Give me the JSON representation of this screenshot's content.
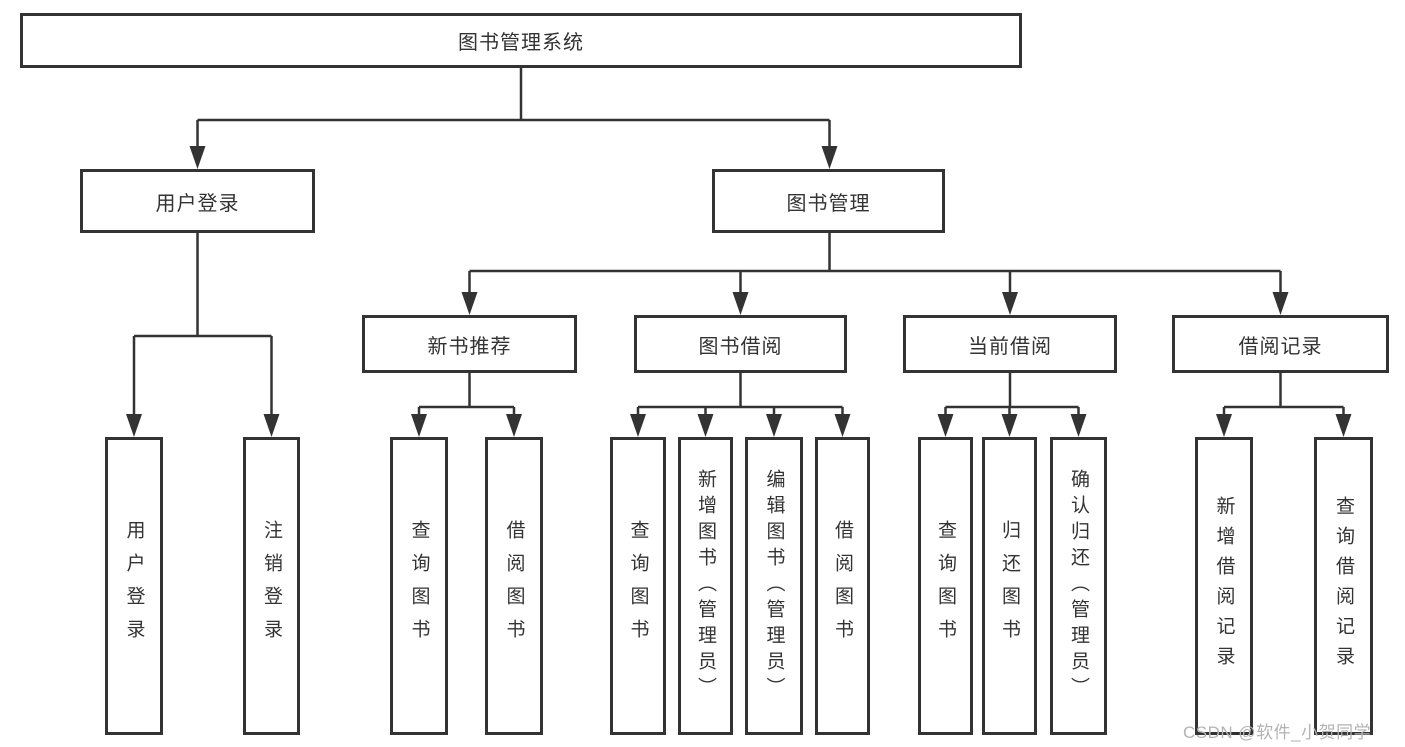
{
  "diagram": {
    "type": "hierarchy-tree",
    "root": {
      "label": "图书管理系统"
    },
    "level2": [
      {
        "label": "用户登录"
      },
      {
        "label": "图书管理"
      }
    ],
    "level3": [
      {
        "label": "新书推荐",
        "parent": "图书管理"
      },
      {
        "label": "图书借阅",
        "parent": "图书管理"
      },
      {
        "label": "当前借阅",
        "parent": "图书管理"
      },
      {
        "label": "借阅记录",
        "parent": "图书管理"
      }
    ],
    "leaves": [
      {
        "label": "用户登录",
        "parent": "用户登录"
      },
      {
        "label": "注销登录",
        "parent": "用户登录"
      },
      {
        "label": "查询图书",
        "parent": "新书推荐"
      },
      {
        "label": "借阅图书",
        "parent": "新书推荐"
      },
      {
        "label": "查询图书",
        "parent": "图书借阅"
      },
      {
        "label": "新增图书（管理员）",
        "parent": "图书借阅"
      },
      {
        "label": "编辑图书（管理员）",
        "parent": "图书借阅"
      },
      {
        "label": "借阅图书",
        "parent": "图书借阅"
      },
      {
        "label": "查询图书",
        "parent": "当前借阅"
      },
      {
        "label": "归还图书",
        "parent": "当前借阅"
      },
      {
        "label": "确认归还（管理员）",
        "parent": "当前借阅"
      },
      {
        "label": "新增借阅记录",
        "parent": "借阅记录"
      },
      {
        "label": "查询借阅记录",
        "parent": "借阅记录"
      }
    ]
  },
  "watermark": {
    "text": "CSDN @软件_小贺同学"
  },
  "colors": {
    "line": "#333333",
    "box_border": "#333333",
    "box_fill": "#ffffff",
    "text": "#333333",
    "watermark": "#b3b3b3",
    "background": "#ffffff"
  }
}
